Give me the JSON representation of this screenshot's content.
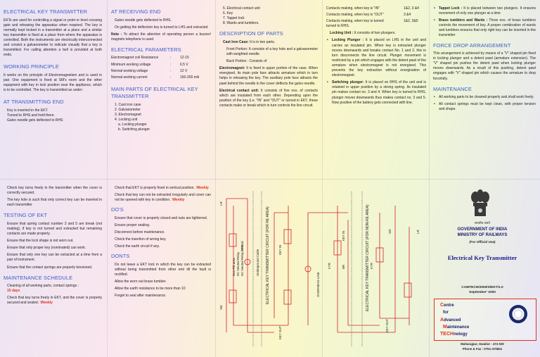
{
  "col1": {
    "h_ekt": "ELECTRICAL KEY TRANSMITTER",
    "p_ekt": "EKTs are used for controlling a signal or point or level crossing gate and releasing the apparatus when required. The key is normally kept locked in a transmitter at a place and a similar key transmitter is fixed at a place from where the apparatus is controlled. Both the instruments are electrically interconnected and consist a galvanometer to indicate visually that a key is transmitted. For calling attention a bell is provided at both ends.",
    "h_wp": "WORKING PRINCIPLE",
    "p_wp": "It works on the principle of Electromagnetism and is used in pair. One equipment is fixed at SM's room and the other equipment with key in lock position near the appliance, which is to be controlled. The key is transmitted as under:",
    "h_te": "AT TRANSMITTING END",
    "te": [
      "Key is inserted in the EKT.",
      "Turned to RHS and held there.",
      "Galvo needle gets deflected to RHS"
    ]
  },
  "col2": {
    "h_re": "AT RECEIVING END",
    "re1": "Galvo needle gets deflected to RHS.",
    "re2": "On getting the deflection key is turned to LHS and extracted.",
    "note_label": "Note :",
    "note": "To attract the attention of operating person a buzzer/ magneto telephone is used.",
    "h_ep": "ELECTRICAL PARAMETERS",
    "params": [
      {
        "k": "Electromagnet coil Resistance",
        "v": "12-15"
      },
      {
        "k": "Minimum working voltage",
        "v": "6.5 V"
      },
      {
        "k": "Normal working voltage",
        "v": "12 V"
      },
      {
        "k": "Normal working current",
        "v": "150-200 mA"
      }
    ],
    "colon": ":",
    "h_parts": "MAIN PARTS OF ELECTRICAL KEY TRANSMITTER",
    "parts": [
      "1.  Cast iron case",
      "2.  Galvanometer",
      "3.  Electromagnet",
      "4.  Locking unit"
    ],
    "subparts": [
      "a.  Locking plunger",
      "b.  Switching plunger"
    ]
  },
  "col3": {
    "parts2": [
      "5.  Electrical contact unit",
      "6.  Key",
      "7.  Tappet lock",
      "8.  Wards and tumblers."
    ],
    "h_desc": "DESCRIPTION OF PARTS",
    "ci_label": "Cast Iron Case:",
    "ci": "It is in two parts.",
    "front": "Front Portion: It consists of a key hole and a galvanometer with weighted needle.",
    "back": "Back Portion : Consists of",
    "em_label": "Electromagnet:",
    "em": "It is fixed in upper portion of the case. When energised, its main pole face attracts armature which in turn helps in releasing the key. The auxiliary pole face attracts the pawl behind the needle in the cover deflects the galvo needle.",
    "ec_label": "Electrical contact unit:",
    "ec": "It consists of five nos. of contacts which are insulated from each other. Depending upon the position of the key (i.e. \"IN\" and \"OUT\" or turned in EKT, these contacts make or break which in turn controls the line circuit."
  },
  "col4": {
    "c_rows": [
      {
        "k": "Contacts making, when key is \"IN\"",
        "v": "1&2, 3 &4"
      },
      {
        "k": "Contacts making, when key is \"OUT\"",
        "v": "3 &4"
      },
      {
        "k": "Contacts making, when key is turned",
        "v": "1&2, 3&5"
      }
    ],
    "c_tail": "turned to RHS.",
    "lu_label": "Locking Unit :",
    "lu": "It consists of two plungers.",
    "lp_label": "Locking Plunger :",
    "lp": "It is placed on LHS in the unit and carries an insulated pin. When key is extracted plunger moves downwards and breaks contact No. 1 and 2, this in turn disconnects the line circuit. Plunger movement is restricted by a pin which engages with the detent pawl of the armature when electromagnet is not energised. This prevents the key extraction without energisation of electromagnet.",
    "sp_label": "Switching plunger:",
    "sp": "It is placed on RHS of the unit and is retained in upper position by a strong spring. Its insulated pin makes contact no. 3 and 4. When key is turned to RHS, plunger moves downwards thus makes contact no. 3 and 5. Now positive of the battery gets connected with line."
  },
  "col5": {
    "tl_label": "Tappet Lock :",
    "tl": "It is placed between two plungers. It ensures movement of only one plunger at a time",
    "bt_label": "Brass tumblers and Wards :",
    "bt": "Three nos. of brass tumblers controls the movement of key. A proper combination of wards and tumblers ensures that only right key can be inserted in the transmitter",
    "h_fd": "FORCE DROP ARRANGEMENT",
    "fd": "This arrangement is achieved by means of a \"V\" shaped pin fixed in locking plunger and a detent pawl (armature extension). The \"V\" shaped pin pushes the detent pawl when locking plunger moves downwards. As a result of this pushing, detent pawl engages with \"V\" shaped pin which causes the armature to drop forcefully.",
    "h_mt": "MAINTENANCE",
    "mt": [
      "All working parts to be cleaned properly and shall work freely.",
      "All contact springs must be kept clean, with proper tension and shape."
    ]
  },
  "b1": {
    "p1": "Check key turns freely in the transmitter when the cover is correctly secured.",
    "p2": "The key hole is such that only correct key can be inserted in each transmitter",
    "h_test": "TESTING OF EKT",
    "t1": "Ensure that spring contact number 3 and 5 are break (not making), if key is not turned and extracted but remaining contacts are made properly.",
    "t2": "Ensure that the lock shape is not worn out.",
    "t3": "Ensure that only proper key (nominated) can work.",
    "t4": "Ensure that only one key can be extracted at a time from a pair of instrument.",
    "t5": "Ensure that the contact springs are properly tensioned.",
    "h_ms": "MAINTENANCE SCHEDULE",
    "ms1": "Cleaning of all working parts, contact springs :",
    "ms1_v": "15 days",
    "ms2": "Check that key turns freely in EKT, and the cover is properly secured and sealed. :",
    "ms2_v": "Weekly"
  },
  "b2": {
    "c1": "Check that EKT is properly fixed in vertical position. :",
    "c1_v": "Weekly",
    "c2": "Check that key can not be extracted irregularly and cover can not be opened with key in condition. :",
    "c2_v": "Weekly",
    "h_dos": "DO's",
    "dos": [
      "Ensure that cover is properly closed and nuts are tightened.",
      "Ensure proper sealing.",
      "Disconnect before maintenance.",
      "Check the insertion of wrong key.",
      "Check the earth circuit if any."
    ],
    "h_donts": "DONTS",
    "donts": [
      "Do not leave a EKT lock in which the key can be extracted without being transmitted from other end till the fault is rectified.",
      "Allow the worn out brass tumbler.",
      "Allow the earth resistance to be more than 10",
      "Forget to seal after maintenance."
    ]
  },
  "diagram": {
    "lr": "LR",
    "sm": "SM",
    "ktr": "KTR",
    "ktr_a": "KTR",
    "ktr_b": "KTR",
    "key_in": "KEY IN",
    "key_out": "KEY OUT",
    "br": "BR",
    "gr": "GR",
    "overhead": "OVERHEAD LINE",
    "under": "Underground Cable",
    "circuit1": "ELECTRICAL KEY TRANSMITTER CIRCUIT (FOR RE AREA)",
    "circuit2": "ELECTRICAL KEY TRANSMITTER CIRCUIT (FOR NON-RE AREA)",
    "dc": "DC Neutral Relay",
    "nonre": "Non-RE area",
    "neutral": "DC Neutral Relay Neutral"
  },
  "cover": {
    "hindi": "सत्यमेव जयते",
    "govt": "GOVERNMENT OF INDIA",
    "ministry": "MINISTRY OF RAILWAYS",
    "official": "(For Official Use)",
    "title": "Electrical Key Transmitter",
    "code": "CAMTECH/2000/S/EKT/1.0",
    "date": "September' 2000",
    "logo": [
      {
        "cap": "C",
        "rest": "entre"
      },
      {
        "cap": "",
        "rest": "for"
      },
      {
        "cap": "A",
        "rest": "dvanced"
      },
      {
        "cap": "M",
        "rest": "aintenance"
      },
      {
        "cap": "TECH",
        "rest": "nology"
      }
    ],
    "addr": "Maharajpur, Gwalior - 474 020",
    "phone": "Phone & Fax : 0751-470841"
  }
}
